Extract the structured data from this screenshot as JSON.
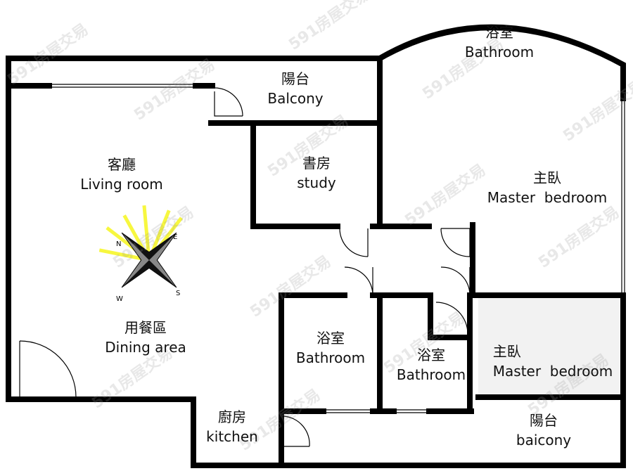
{
  "watermark": "591房屋交易",
  "colors": {
    "wall": "#000000",
    "shaded_room": "#f2f2f2",
    "compass_glow": "#f5f500"
  },
  "compass": {
    "icon": "compass-rose-icon",
    "directions": [
      "N",
      "E",
      "S",
      "W"
    ]
  },
  "rooms": [
    {
      "zh": "浴室",
      "en": "Bathroom"
    },
    {
      "zh": "陽台",
      "en": "Balcony"
    },
    {
      "zh": "書房",
      "en": "study"
    },
    {
      "zh": "客廳",
      "en": "Living room"
    },
    {
      "zh": "主臥",
      "en": "Master  bedroom"
    },
    {
      "zh": "用餐區",
      "en": "Dining area"
    },
    {
      "zh": "浴室",
      "en": "Bathroom"
    },
    {
      "zh": "浴室",
      "en": "Bathroom"
    },
    {
      "zh": "主臥",
      "en": "Master  bedroom"
    },
    {
      "zh": "廚房",
      "en": "kitchen"
    },
    {
      "zh": "陽台",
      "en": "baicony"
    }
  ]
}
